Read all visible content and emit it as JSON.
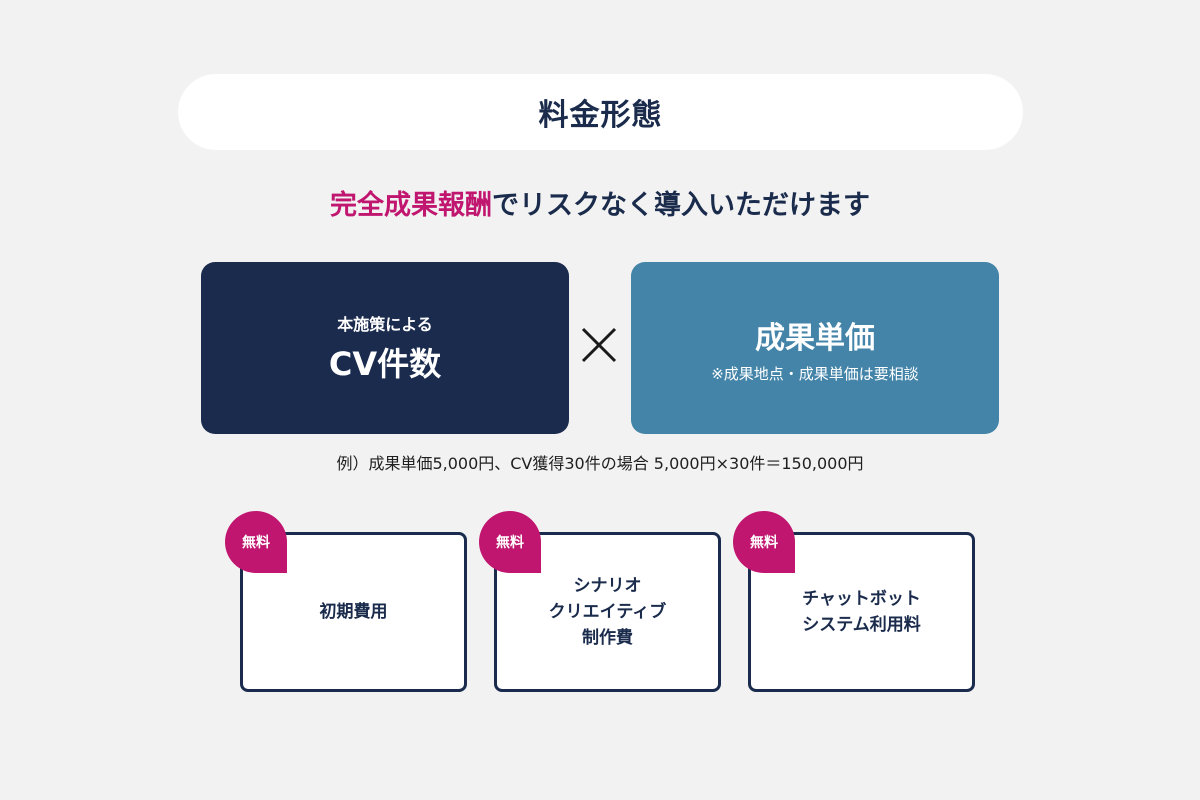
{
  "header": {
    "title": "料金形態"
  },
  "tagline": {
    "accent": "完全成果報酬",
    "rest": "でリスクなく導入いただけます"
  },
  "formula": {
    "left_small": "本施策による",
    "left_big": "CV件数",
    "operator_icon": "multiply-icon",
    "right_big": "成果単価",
    "right_note": "※成果地点・成果単価は要相談"
  },
  "example": "例）成果単価5,000円、CV獲得30件の場合 5,000円×30件＝150,000円",
  "free_items": [
    {
      "badge": "無料",
      "label": "初期費用"
    },
    {
      "badge": "無料",
      "label": "シナリオ\nクリエイティブ\n制作費"
    },
    {
      "badge": "無料",
      "label": "チャットボット\nシステム利用料"
    }
  ],
  "colors": {
    "navy": "#1a2b4e",
    "blue": "#4384a8",
    "accent": "#c0166f",
    "background": "#f2f2f2"
  }
}
